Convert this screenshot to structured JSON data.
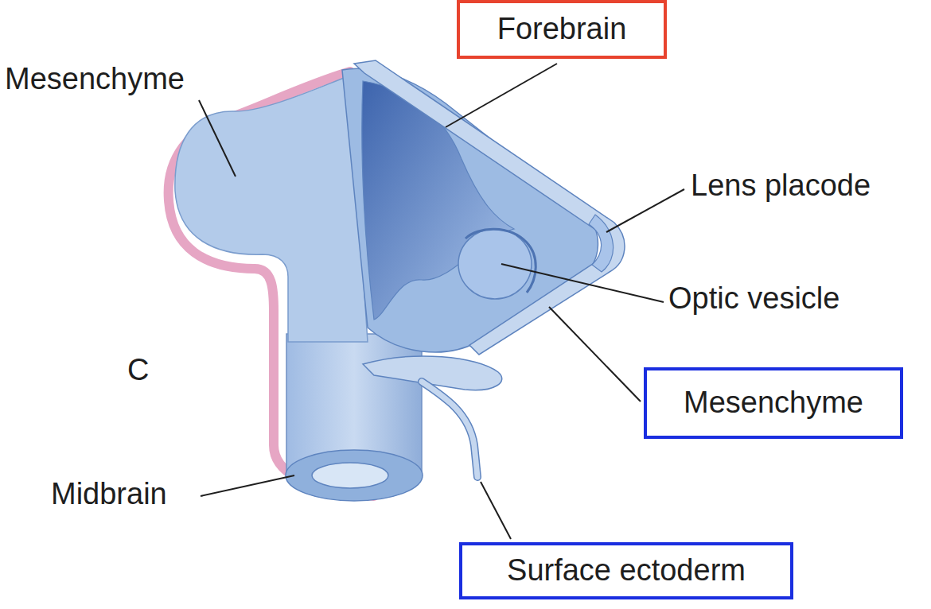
{
  "diagram": {
    "nodes": [
      {
        "text": [
          "Forebrain"
        ]
      },
      {
        "text": [
          "Mesenchyme"
        ]
      },
      {
        "text": [
          "Surface ectoderm"
        ]
      }
    ],
    "labels": [
      "Mesenchyme",
      "Lens placode",
      "Optic vesicle",
      "C",
      "Midbrain"
    ]
  }
}
